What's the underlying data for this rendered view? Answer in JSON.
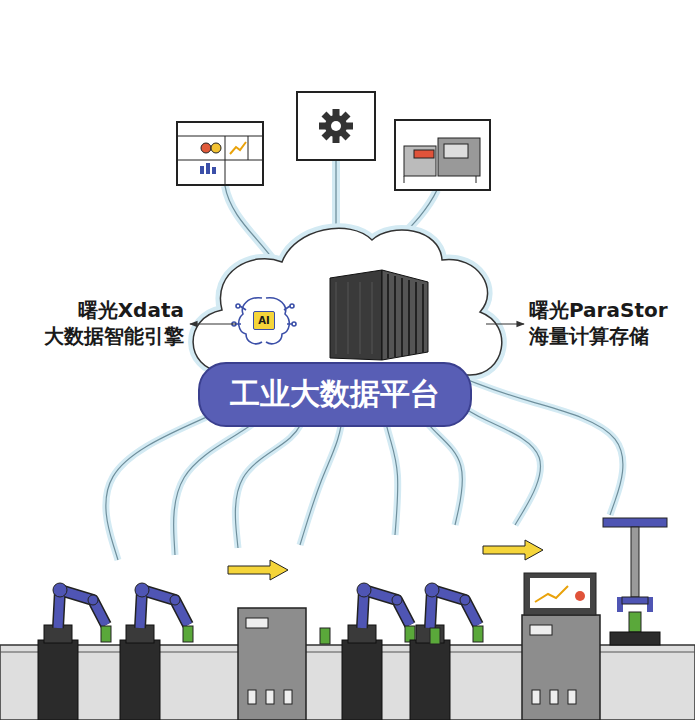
{
  "diagram": {
    "nodes": [
      {
        "text": [
          "工业大数据平台"
        ]
      },
      {
        "text": [
          "AI"
        ]
      }
    ],
    "labels": [
      "曙光Xdata 大数据智能引擎",
      "曙光ParaStor 海量计算存储"
    ]
  }
}
